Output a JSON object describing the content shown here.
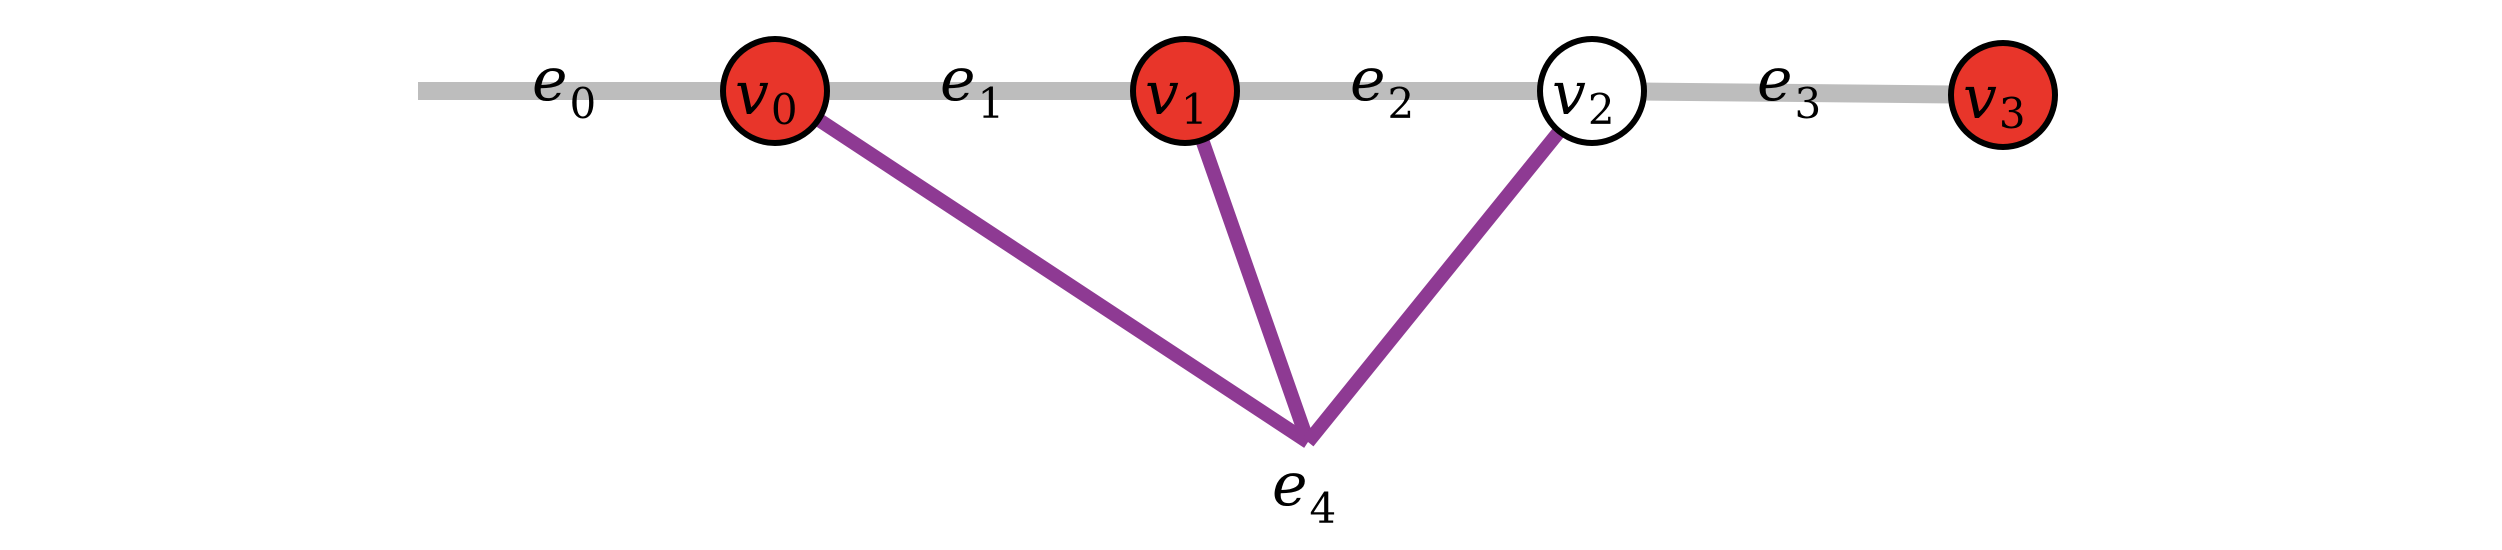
{
  "colors": {
    "background": "#ffffff",
    "chain_edge": "#bdbdbd",
    "hyper_edge": "#8e3a93",
    "vertex_red": "#e8352a",
    "vertex_white": "#ffffff",
    "vertex_stroke": "#000000"
  },
  "vertices": [
    {
      "id": "v0",
      "base": "v",
      "sub": "0",
      "fill": "red"
    },
    {
      "id": "v1",
      "base": "v",
      "sub": "1",
      "fill": "red"
    },
    {
      "id": "v2",
      "base": "v",
      "sub": "2",
      "fill": "white"
    },
    {
      "id": "v3",
      "base": "v",
      "sub": "3",
      "fill": "red"
    }
  ],
  "edges": [
    {
      "id": "e0",
      "base": "e",
      "sub": "0"
    },
    {
      "id": "e1",
      "base": "e",
      "sub": "1"
    },
    {
      "id": "e2",
      "base": "e",
      "sub": "2"
    },
    {
      "id": "e3",
      "base": "e",
      "sub": "3"
    },
    {
      "id": "e4",
      "base": "e",
      "sub": "4",
      "connects": [
        "v0",
        "v1",
        "v2"
      ]
    }
  ]
}
